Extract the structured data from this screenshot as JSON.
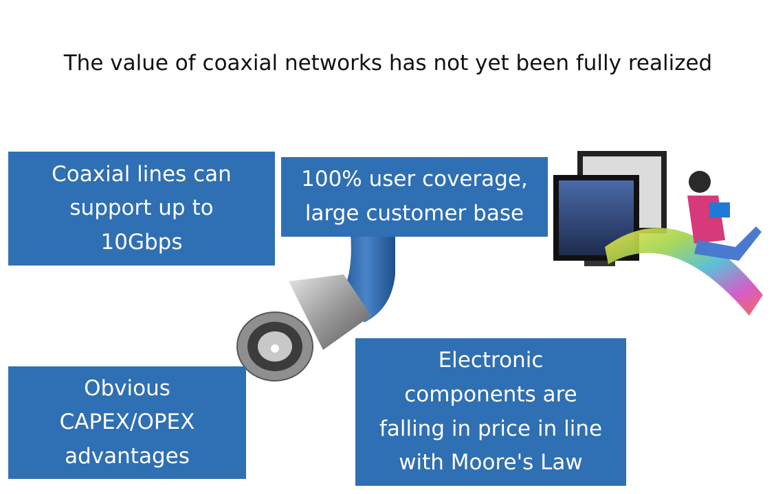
{
  "slide": {
    "title": "The value of coaxial networks has not yet been fully realized"
  },
  "boxes": {
    "box1": {
      "lines": [
        "Coaxial lines can",
        "support up to",
        "10Gbps"
      ]
    },
    "box2": {
      "lines": [
        "100% user coverage,",
        "large customer base"
      ]
    },
    "box3": {
      "lines": [
        "Obvious",
        "CAPEX/OPEX",
        "advantages"
      ]
    },
    "box4": {
      "lines": [
        "Electronic",
        "components are",
        "falling in price in line",
        "with Moore's Law"
      ]
    }
  },
  "colors": {
    "box_fill": "#2f6fb3",
    "box_text": "#ffffff",
    "title_text": "#111111"
  },
  "icons": {
    "cable": "coaxial-connector-illustration",
    "tv": "tv-and-viewer-illustration"
  }
}
